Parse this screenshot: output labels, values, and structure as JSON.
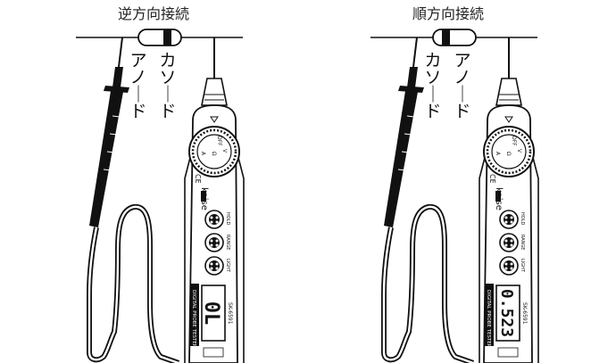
{
  "panels": [
    {
      "title": "逆方向接続",
      "label_near": "アノード",
      "label_far": "カソード",
      "reading": "0L"
    },
    {
      "title": "順方向接続",
      "label_near": "カソード",
      "label_far": "アノード",
      "reading": "0.523"
    }
  ],
  "tester": {
    "brand": "kaise",
    "model": "SK-6591",
    "name": "DIGITAL PROBE TESTER",
    "dial_off": "OFF",
    "dial_v": "V",
    "dial_ohm": "Ω",
    "dial_a": "A",
    "btn_hold": "HOLD",
    "btn_range": "RANGE",
    "btn_light": "LIGHT",
    "ce": "CE"
  }
}
